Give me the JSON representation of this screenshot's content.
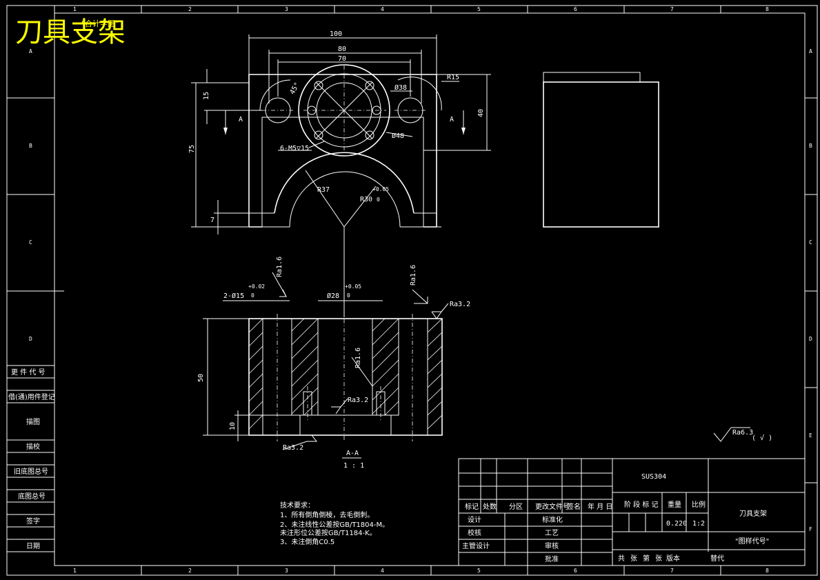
{
  "header": {
    "title": "刀具支架",
    "subtitle": "\"合计字图\""
  },
  "grid": {
    "columns": [
      "1",
      "2",
      "3",
      "4",
      "5",
      "6",
      "7",
      "8"
    ],
    "rows": [
      "A",
      "B",
      "C",
      "D",
      "E",
      "F"
    ]
  },
  "left_strip": {
    "labels": [
      "更 件 代 号",
      "借(通)用件登记",
      "描图",
      "描校",
      "旧底图总号",
      "底图总号",
      "签字",
      "日期"
    ]
  },
  "top_view": {
    "dims": {
      "d100": "100",
      "d80": "80",
      "d70": "70",
      "r15": "R15",
      "phi38": "Ø38",
      "phi48": "Ø48",
      "holes": "6-M5▽15",
      "angle": "45°",
      "d15": "15",
      "d40": "40",
      "d75": "75",
      "d7": "7",
      "r37": "R37",
      "r30": "R30",
      "tol_r30": "+0.05",
      "tol_r30_low": "0",
      "section_a": "A"
    }
  },
  "section_view": {
    "dims": {
      "holes2": "2-Ø15",
      "tol1": "+0.02",
      "tol1_low": "0",
      "phi28": "Ø28",
      "tol2": "+0.05",
      "tol2_low": "0",
      "ra32a": "Ra3.2",
      "ra32b": "Ra3.2",
      "ra32c": "Ra3.2",
      "ra16a": "Ra1.6",
      "ra16b": "Ra1.6",
      "ra16c": "Ra1.6",
      "d50": "50",
      "d10": "10"
    },
    "label": "A-A",
    "scale": "1 : 1"
  },
  "roughness_note": {
    "value": "Ra6.3",
    "paren": "(  √  )"
  },
  "tech_requirements": {
    "heading": "技术要求：",
    "items": [
      "1、所有倒角倒棱，去毛倒刺。",
      "2、未注线性公差按GB/T1804-M。",
      "未注形位公差按GB/T1184-K。",
      "3、未注倒角C0.5"
    ]
  },
  "title_block": {
    "material": "SUS304",
    "part_name": "刀具支架",
    "drawing_code": "\"图样代号\"",
    "weight": "0.220",
    "scale": "1:2",
    "headers": [
      "标记",
      "处数",
      "分区",
      "更改文件号",
      "签名",
      "年 月 日"
    ],
    "stage_header": "阶 段 标 记",
    "weight_header": "重量",
    "scale_header": "比例",
    "roles": [
      "设计",
      "校核",
      "主管设计"
    ],
    "roles2": [
      "标准化",
      "工艺",
      "审核",
      "批准"
    ],
    "bottom": [
      "共",
      "张",
      "第",
      "张",
      "版本",
      "替代"
    ]
  }
}
